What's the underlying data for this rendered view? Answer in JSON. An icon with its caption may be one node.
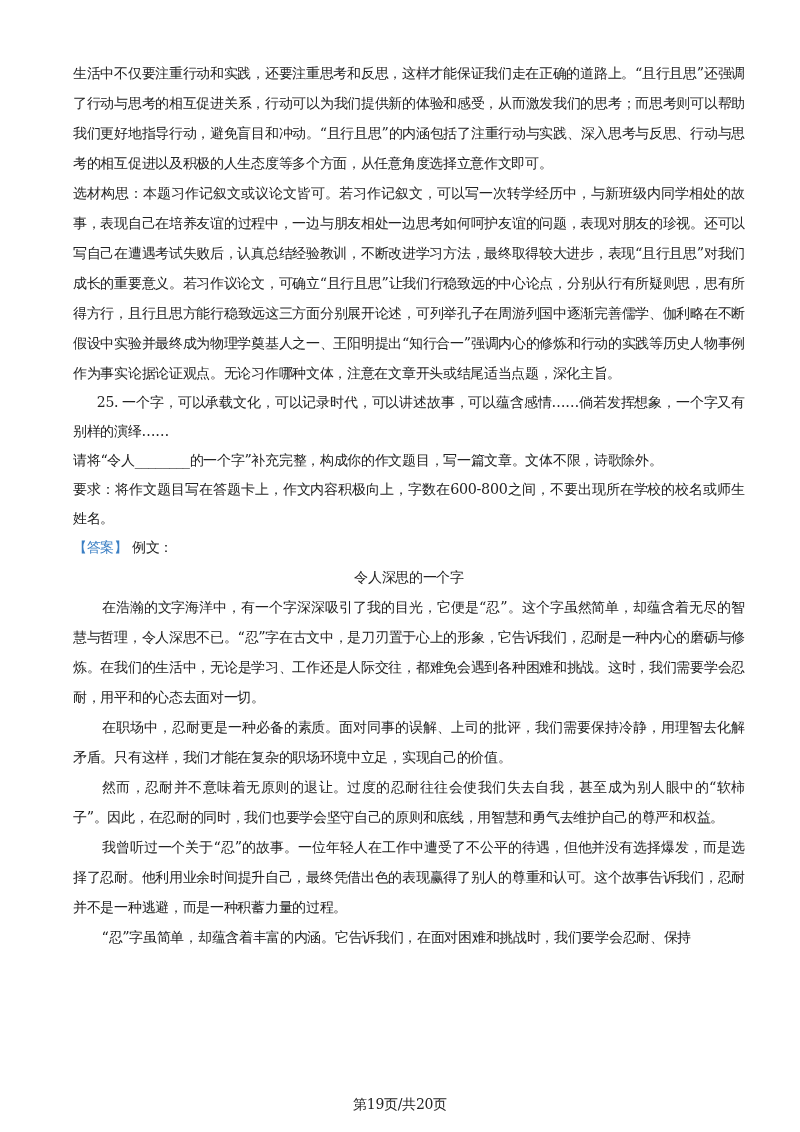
{
  "diagram": {
    "labels": [
      "生活中不仅要注重行动和实践，还要注重思考和反思，这样才能保证我们走在正确的道路上。“且行且思”还强调了行动与思考的相互促进关系，行动可以为我们提供新的体验和感受，从而激发我们的思考；而思考则可以帮助我们更好地指导行动，避免盲目和冲动。“且行且思”的内涵包括了注重行动与实践、深入思考与反思、行动与思考的相互促进以及积极的人生态度等多个方面，从任意角度选择立意作文即可。",
      "选材构思：本题习作记叙文或议论文皆可。若习作记叙文，可以写一次转学经历中，与新班级内同学相处的故事，表现自己在培养友谊的过程中，一边与朋友相处一边思考如何呵护友谊的问题，表现对朋友的珍视。还可以写自己在遭遇考试失败后，认真总结经验教训，不断改进学习方法，最终取得较大进步，表现“且行且思”对我们成长的重要意义。若习作议论文，可确立“且行且思”让我们行稳致远的中心论点，分别从行有所疑则思，思有所得方行，且行且思方能行稳致远这三方面分别展开论述，可列举孔子在周游列国中逐渐完善儒学、伽利略在不断假设中实验并最终成为物理学奠基人之一、王阳明提出“知行合一”强调内心的修炼和行动的实践等历史人物事例作为事实论据论证观点。无论习作哪种文体，注意在文章开头或结尾适当点题，深化主旨。",
      "25. 一个字，可以承载文化，可以记录时代，可以讲述故事，可以蕴含感情……倘若发挥想象，一个字又有别样的演绎……",
      "请将“令人________的一个字”补充完整，构成你的作文题目，写一篇文章。文体不限，诗歌除外。",
      "要求：将作文题目写在答题卡上，作文内容积极向上，字数在600-800之间，不要出现所在学校的校名或师生姓名。",
      "【答案】",
      "例文：",
      "令人深思的一个字",
      "在浩瀚的文字海洋中，有一个字深深吸引了我的目光，它便是“忍”。这个字虽然简单，却蕴含着无尽的智慧与哲理，令人深思不已。“忍”字在古文中，是刀刃置于心上的形象，它告诉我们，忍耐是一种内心的磨砺与修炼。在我们的生活中，无论是学习、工作还是人际交往，都难免会遇到各种困难和挑战。这时，我们需要学会忍耐，用平和的心态去面对一切。",
      "在职场中，忍耐更是一种必备的素质。面对同事的误解、上司的批评，我们需要保持冷静，用理智去化解矛盾。只有这样，我们才能在复杂的职场环境中立足，实现自己的价值。",
      "然而，忍耐并不意味着无原则的退让。过度的忍耐往往会使我们失去自我，甚至成为别人眼中的“软柿子”。因此，在忍耐的同时，我们也要学会坚守自己的原则和底线，用智慧和勇气去维护自己的尊严和权益。",
      "我曾听过一个关于“忍”的故事。一位年轻人在工作中遭受了不公平的待遇，但他并没有选择爆发，而是选择了忍耐。他利用业余时间提升自己，最终凭借出色的表现赢得了别人的尊重和认可。这个故事告诉我们，忍耐并不是一种逃避，而是一种积蓄力量的过程。",
      "“忍”字虽简单，却蕴含着丰富的内涵。它告诉我们，在面对困难和挑战时，我们要学会忍耐、保持",
      "第19页/共20页"
    ]
  }
}
